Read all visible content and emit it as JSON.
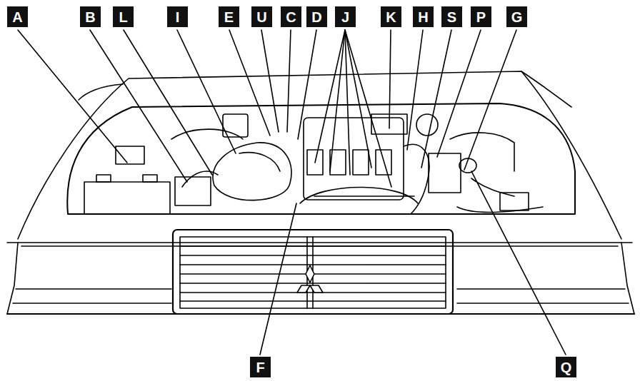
{
  "diagram": {
    "nodes": [
      {
        "text": [
          "A"
        ]
      },
      {
        "text": [
          "B"
        ]
      },
      {
        "text": [
          "L"
        ]
      },
      {
        "text": [
          "I"
        ]
      },
      {
        "text": [
          "E"
        ]
      },
      {
        "text": [
          "U"
        ]
      },
      {
        "text": [
          "C"
        ]
      },
      {
        "text": [
          "D"
        ]
      },
      {
        "text": [
          "J"
        ]
      },
      {
        "text": [
          "K"
        ]
      },
      {
        "text": [
          "H"
        ]
      },
      {
        "text": [
          "S"
        ]
      },
      {
        "text": [
          "P"
        ]
      },
      {
        "text": [
          "G"
        ]
      },
      {
        "text": [
          "F"
        ]
      },
      {
        "text": [
          "Q"
        ]
      }
    ]
  }
}
